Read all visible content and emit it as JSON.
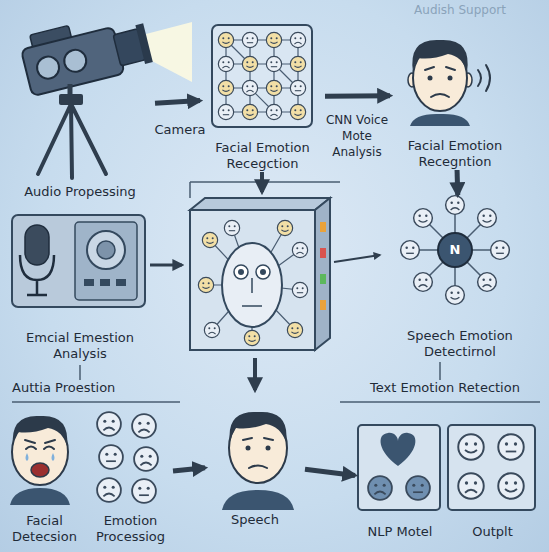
{
  "diagram": {
    "nodes": [
      {
        "text": [
          "Audio Propessing"
        ]
      },
      {
        "text": [
          "Facial Emotion Recegction"
        ]
      },
      {
        "text": [
          "Facial Emotion Recegntion"
        ]
      },
      {
        "text": [
          "Emcial Emestion Analysis"
        ]
      },
      {
        "text": [
          "Speech Emotion Detectirnol"
        ]
      },
      {
        "text": [
          "Facial Detecsion"
        ]
      },
      {
        "text": [
          "Emotion Processiog"
        ]
      },
      {
        "text": [
          "Speech"
        ]
      },
      {
        "text": [
          "NLP Motel"
        ]
      },
      {
        "text": [
          "Outplt"
        ]
      }
    ],
    "edges": [
      {
        "from": 0,
        "to": 1,
        "arrow": "to"
      },
      {
        "from": 1,
        "to": 2,
        "arrow": "to"
      },
      {
        "from": 2,
        "to": 4,
        "arrow": "to"
      },
      {
        "from": 6,
        "to": 7,
        "arrow": "to"
      },
      {
        "from": 7,
        "to": 8,
        "arrow": "to"
      }
    ],
    "labels": [
      "Audish Support",
      "Camera",
      "CNN Voice Mote Analysis",
      "N",
      "Auttia Proestion",
      "Text Emotion Retection"
    ]
  }
}
